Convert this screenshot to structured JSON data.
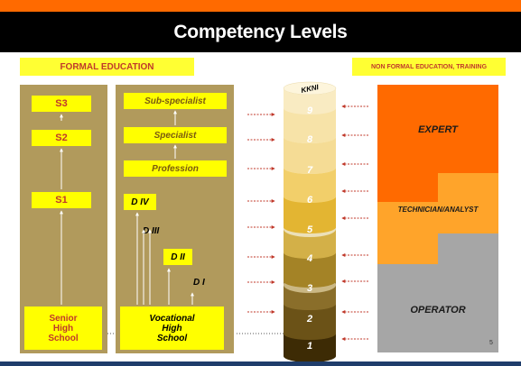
{
  "title": "Competency Levels",
  "formal_header": "FORMAL EDUCATION",
  "nonformal_header": "NON FORMAL EDUCATION, TRAINING",
  "s_levels": [
    "S3",
    "S2",
    "S1"
  ],
  "senior_high": [
    "Senior",
    "High",
    "School"
  ],
  "d_boxes": [
    "Sub-specialist",
    "Specialist",
    "Profession"
  ],
  "d_levels": [
    "D IV",
    "D III",
    "D II",
    "D I"
  ],
  "vocational": [
    "Vocational",
    "High",
    "School"
  ],
  "cylinder_top": "KKNI",
  "cylinder_levels": [
    "9",
    "8",
    "7",
    "6",
    "5",
    "4",
    "3",
    "2",
    "1"
  ],
  "competency": {
    "expert": "EXPERT",
    "technician": "TECHNICIAN/ANALYST",
    "operator": "OPERATOR"
  },
  "page_number": "5",
  "colors": {
    "accent_orange": "#ff6a00",
    "expert_orange": "#ff6a00",
    "technician_orange": "#ffa42a",
    "operator_gray": "#a6a6a6",
    "panel_khaki": "#b19a5c",
    "label_yellow": "#ffff00",
    "arrow_red": "#c0392b"
  }
}
